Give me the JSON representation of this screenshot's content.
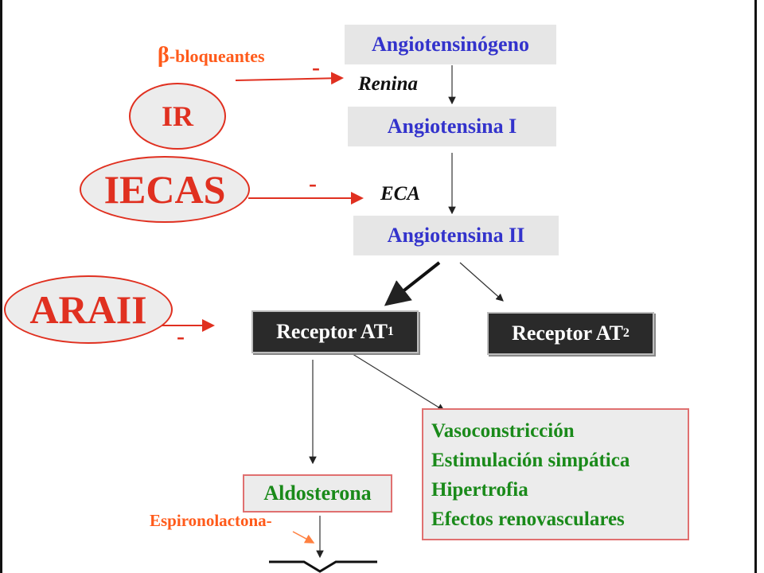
{
  "diagram": {
    "angiotensinogeno": "Angiotensinógeno",
    "renina": "Renina",
    "angiotensina_i": "Angiotensina I",
    "eca": "ECA",
    "angiotensina_ii": "Angiotensina II",
    "receptor_at1": {
      "text": "Receptor AT",
      "sub": "1"
    },
    "receptor_at2": {
      "text": "Receptor AT",
      "sub": "2"
    },
    "aldosterona": "Aldosterona",
    "effects": [
      "Vasoconstricción",
      "Estimulación simpática",
      "Hipertrofia",
      "Efectos renovasculares"
    ]
  },
  "drugs": {
    "beta_symbol": "β",
    "beta_bloqueantes": "-bloqueantes",
    "ir": "IR",
    "iecas": "IECAS",
    "araii": "ARAII",
    "espironolactona": "Espironolactona",
    "minus": "-"
  },
  "colors": {
    "enzyme_text": "#3333cc",
    "drug_red": "#e03020",
    "drug_orange": "#ff5a1a",
    "effects_green": "#1a8a1a",
    "receptor_bg": "#2a2a2a"
  }
}
